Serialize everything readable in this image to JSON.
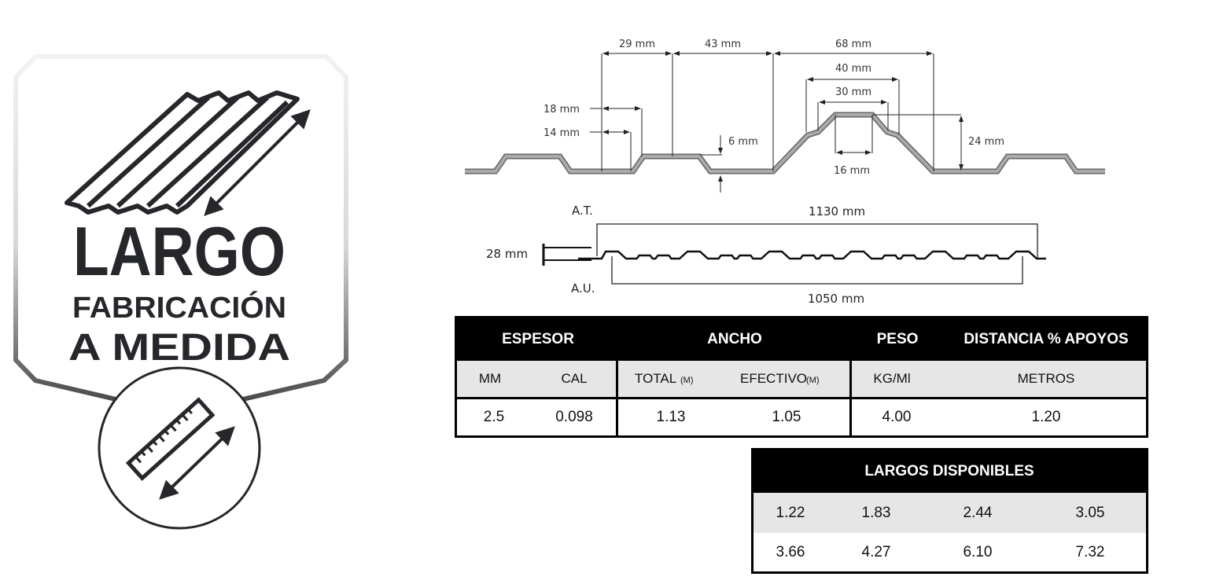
{
  "badge": {
    "title": "LARGO",
    "line2": "FABRICACIÓN",
    "line3": "A MEDIDA"
  },
  "profile_dimensions": {
    "d29": "29 mm",
    "d43": "43 mm",
    "d68": "68 mm",
    "d40": "40 mm",
    "d30": "30 mm",
    "d18": "18 mm",
    "d14": "14 mm",
    "d6": "6 mm",
    "d24": "24 mm",
    "d16": "16 mm"
  },
  "width_diagram": {
    "at_label": "A.T.",
    "total_width": "1130 mm",
    "au_label": "A.U.",
    "useful_width": "1050 mm",
    "height": "28 mm"
  },
  "spec_table": {
    "headers": [
      "ESPESOR",
      "ANCHO",
      "PESO",
      "DISTANCIA % APOYOS"
    ],
    "subheaders": [
      "MM",
      "CAL",
      "TOTAL",
      "EFECTIVO",
      "KG/Ml",
      "METROS"
    ],
    "unit_m": "(M)",
    "values": [
      "2.5",
      "0.098",
      "1.13",
      "1.05",
      "4.00",
      "1.20"
    ]
  },
  "lengths_table": {
    "title": "LARGOS DISPONIBLES",
    "rows": [
      [
        "1.22",
        "1.83",
        "2.44",
        "3.05"
      ],
      [
        "3.66",
        "4.27",
        "6.10",
        "7.32"
      ]
    ]
  },
  "colors": {
    "ink": "#25272a",
    "profile": "#8c8c8c",
    "header": "#000000",
    "row_gray": "#e6e6e6"
  }
}
